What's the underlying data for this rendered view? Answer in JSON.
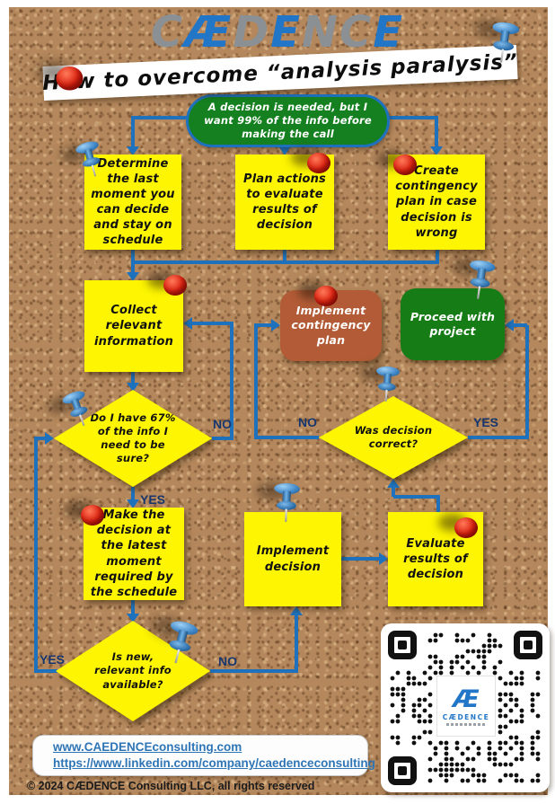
{
  "logo": {
    "text": "CÆDENCE",
    "letters": [
      "C",
      "Æ",
      "D",
      "E",
      "N",
      "C",
      "E"
    ],
    "gray_color": "#8b9094",
    "blue_color": "#2176c7"
  },
  "title": "How to overcome “analysis paralysis”",
  "colors": {
    "connector_blue": "#1e72bd",
    "sticky_yellow": "#fdf501",
    "oval_green": "#15801f",
    "box_green": "#167c16",
    "box_brown": "#b25b36",
    "yes_no_navy": "#17366e",
    "link_blue": "#2e75b6",
    "cork_tan": "#b4875c"
  },
  "flow": {
    "start": "A decision is needed, but I want 99% of the info before making the call",
    "determine": "Determine the last moment you can decide and stay on schedule",
    "plan_actions": "Plan actions to evaluate results of decision",
    "create_contingency": "Create contingency plan in case decision is wrong",
    "collect": "Collect relevant information",
    "implement_contingency": "Implement contingency plan",
    "proceed": "Proceed with project",
    "q67": "Do I have 67% of the info I need to be sure?",
    "was_correct": "Was decision correct?",
    "make_decision": "Make the decision at the latest moment required by the schedule",
    "implement": "Implement decision",
    "evaluate": "Evaluate results of decision",
    "new_info": "Is new, relevant info available?",
    "yes": "YES",
    "no": "NO"
  },
  "qr": {
    "logo_text": "Æ",
    "caption": "CÆDENCE"
  },
  "footer": {
    "link1": "www.CAEDENCEconsulting.com",
    "link2": "https://www.linkedin.com/company/caedenceconsulting",
    "copyright": "© 2024 CÆDENCE Consulting LLC, all rights reserved"
  }
}
